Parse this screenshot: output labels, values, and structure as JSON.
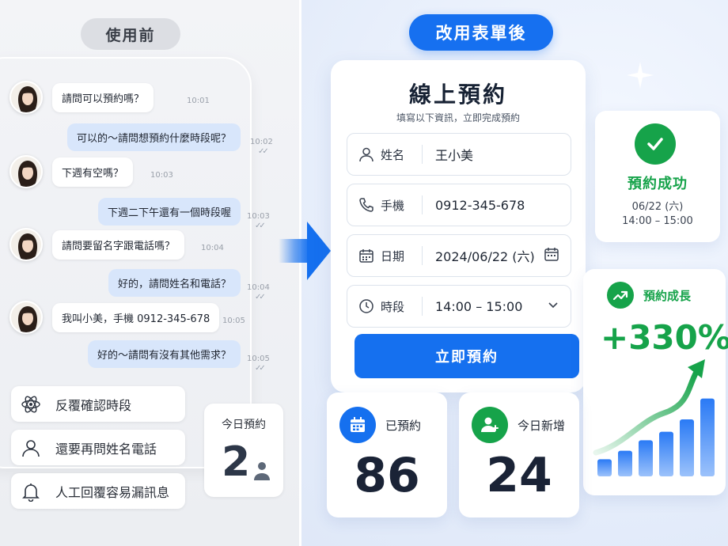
{
  "before": {
    "label": "使用前",
    "messages": [
      {
        "side": "in",
        "text": "請問可以預約嗎？",
        "time": "10:01"
      },
      {
        "side": "out",
        "text": "可以的～請問想預約什麼時段呢？",
        "time": "10:02"
      },
      {
        "side": "in",
        "text": "下週有空嗎？",
        "time": "10:03"
      },
      {
        "side": "out",
        "text": "下週二下午還有一個時段喔",
        "time": "10:03"
      },
      {
        "side": "in",
        "text": "請問要留名字跟電話嗎？",
        "time": "10:04"
      },
      {
        "side": "out",
        "text": "好的，請問姓名和電話？",
        "time": "10:04"
      },
      {
        "side": "in",
        "text": "我叫小美，手機 0912-345-678",
        "time": "10:05"
      },
      {
        "side": "out",
        "text": "好的～請問有沒有其他需求？",
        "time": "10:05"
      }
    ],
    "pain_points": [
      {
        "icon": "atom-icon",
        "text": "反覆確認時段"
      },
      {
        "icon": "user-icon",
        "text": "還要再問姓名電話"
      },
      {
        "icon": "bell-icon",
        "text": "人工回覆容易漏訊息"
      }
    ],
    "today": {
      "label": "今日預約",
      "count": "2"
    }
  },
  "after": {
    "label": "改用表單後",
    "form": {
      "title": "線上預約",
      "subtitle": "填寫以下資訊，立即完成預約",
      "fields": [
        {
          "icon": "user-icon",
          "label": "姓名",
          "value": "王小美"
        },
        {
          "icon": "phone-icon",
          "label": "手機",
          "value": "0912-345-678"
        },
        {
          "icon": "calendar-icon",
          "label": "日期",
          "value": "2024/06/22 (六)"
        },
        {
          "icon": "clock-icon",
          "label": "時段",
          "value": "14:00 – 15:00"
        }
      ],
      "submit": "立即預約"
    },
    "success": {
      "title": "預約成功",
      "date": "06/22 (六)",
      "time": "14:00 – 15:00"
    },
    "growth": {
      "label": "預約成長",
      "percent": "+330%",
      "bars": [
        0.18,
        0.27,
        0.38,
        0.47,
        0.6,
        0.82
      ]
    },
    "stats": [
      {
        "label": "已預約",
        "value": "86",
        "color": "#1570ef"
      },
      {
        "label": "今日新增",
        "value": "24",
        "color": "#16a34a"
      }
    ]
  },
  "colors": {
    "accent": "#1570ef",
    "success": "#16a34a"
  }
}
